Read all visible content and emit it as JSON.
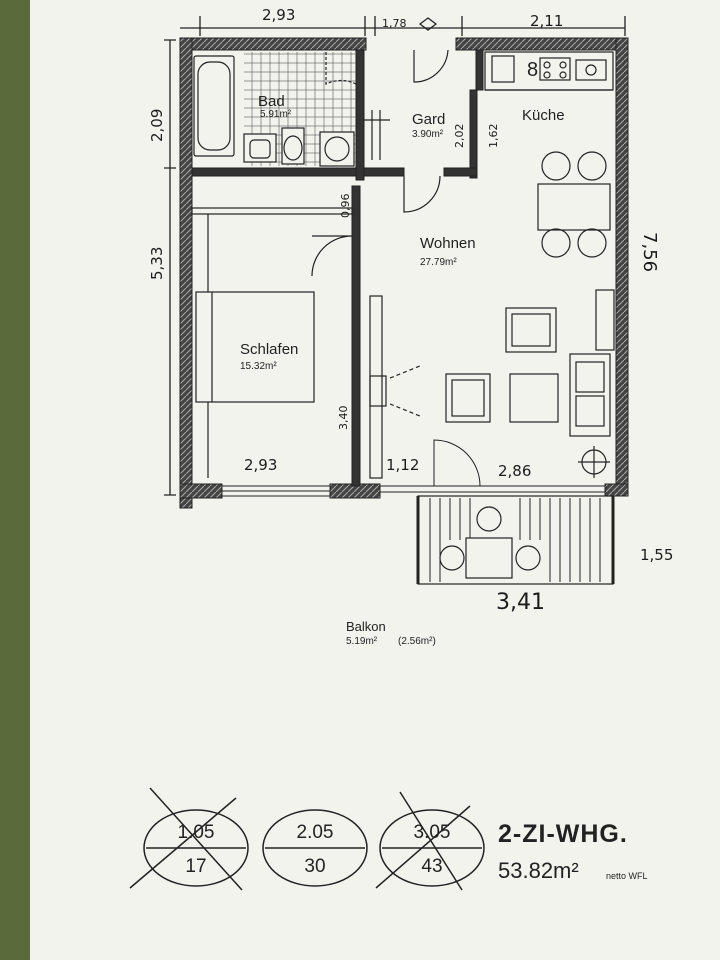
{
  "rooms": {
    "bad": {
      "name": "Bad",
      "area": "5.91m²"
    },
    "gard": {
      "name": "Gard",
      "area": "3.90m²"
    },
    "kueche": {
      "name": "Küche"
    },
    "wohnen": {
      "name": "Wohnen",
      "area": "27.79m²"
    },
    "schlafen": {
      "name": "Schlafen",
      "area": "15.32m²"
    },
    "balkon": {
      "name": "Balkon",
      "area": "5.19m²",
      "area_half": "(2.56m²)"
    }
  },
  "dimensions": {
    "top_left": "2,93",
    "top_mid": "1,78",
    "top_right": "2,11",
    "left_upper": "2,09",
    "left_lower": "5,33",
    "right": "7,56",
    "bed_bottom": "2,93",
    "hall_width": "0,96",
    "bed_wall": "3,40",
    "gard_width": "2,02",
    "kitchen_passage": "1,62",
    "door_bottom": "1,12",
    "living_bottom": "2,86",
    "balcony_width": "3,41",
    "balcony_depth": "1,55"
  },
  "kitchen_stove_label": "8",
  "legend": {
    "ovals": [
      {
        "top": "1.05",
        "bottom": "17",
        "crossed": true
      },
      {
        "top": "2.05",
        "bottom": "30",
        "crossed": false
      },
      {
        "top": "3.05",
        "bottom": "43",
        "crossed": true
      }
    ],
    "apartment_type": "2-ZI-WHG.",
    "total_area": "53.82m²",
    "total_note": "netto WFL"
  }
}
